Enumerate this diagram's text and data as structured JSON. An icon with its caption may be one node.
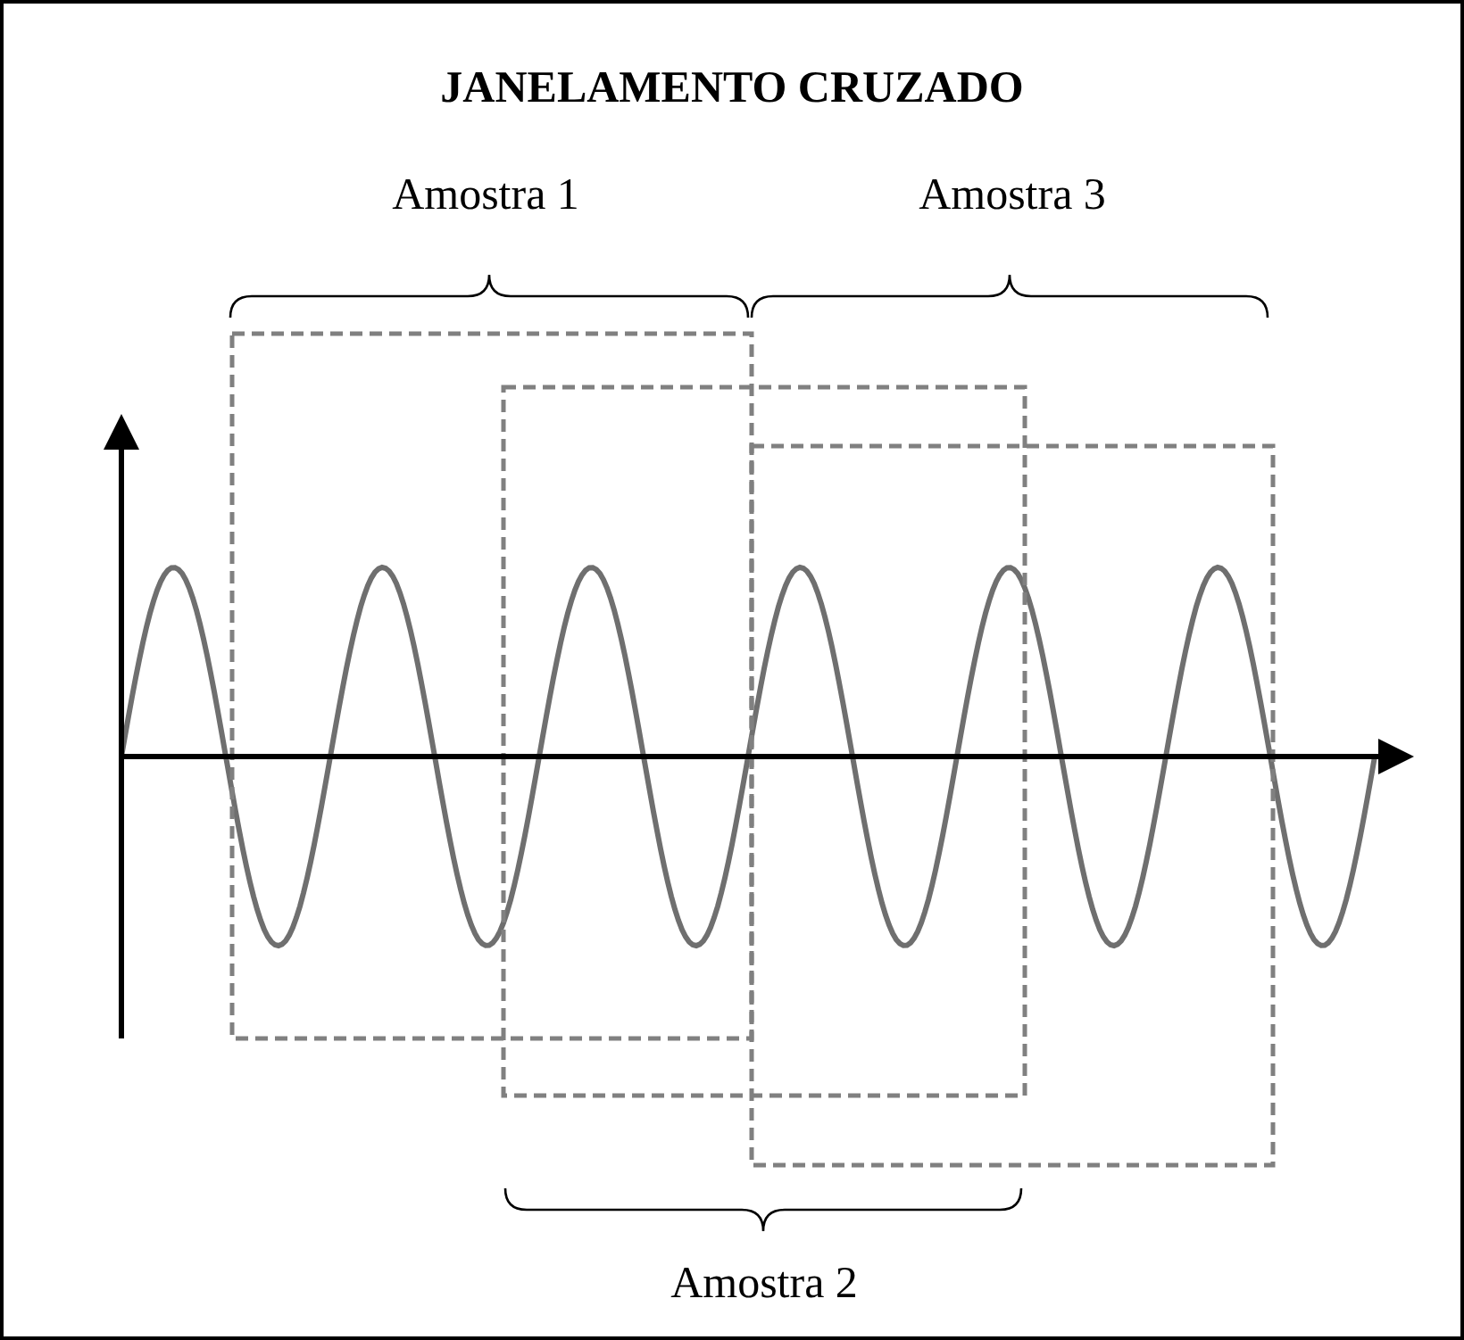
{
  "diagram": {
    "title": "JANELAMENTO CRUZADO",
    "labels": [
      "Amostra 1",
      "Amostra 3",
      "Amostra 2"
    ]
  }
}
